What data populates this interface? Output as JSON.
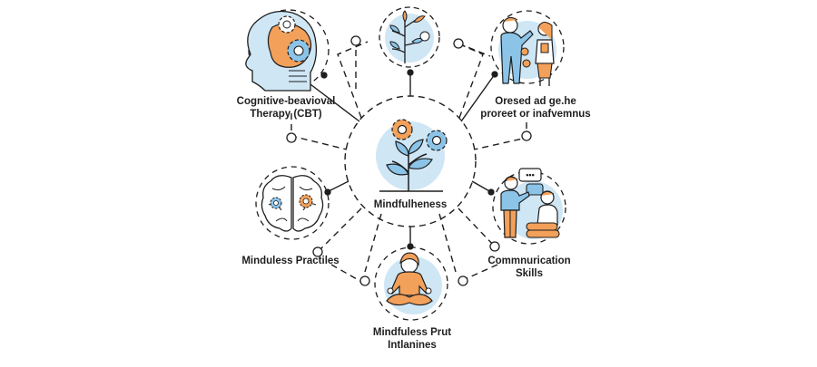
{
  "diagram": {
    "center": {
      "label": "Mindfulheness",
      "icon": "plant-gears-icon"
    },
    "nodes": [
      {
        "id": "cbt",
        "label_lines": [
          "Cognitive-beavioval",
          "Therapy (CBT)"
        ],
        "icon": "head-gears-icon"
      },
      {
        "id": "growth",
        "label_lines": [],
        "icon": "plant-icon"
      },
      {
        "id": "guidance",
        "label_lines": [
          "Oresed ad ge.he",
          "proreet or inafvemnus"
        ],
        "icon": "two-people-icon"
      },
      {
        "id": "practices",
        "label_lines": [
          "Minduless Practiles"
        ],
        "icon": "brain-gears-icon"
      },
      {
        "id": "communication",
        "label_lines": [
          "Commnurication",
          "Skills"
        ],
        "icon": "conversation-icon"
      },
      {
        "id": "meditation",
        "label_lines": [
          "Mindfuless Prut",
          "Intlanines"
        ],
        "icon": "meditating-person-icon"
      }
    ],
    "colors": {
      "orange": "#f2a05a",
      "light_blue": "#cfe6f5",
      "mid_blue": "#8cc4e8",
      "outline": "#1e1e1e"
    }
  }
}
